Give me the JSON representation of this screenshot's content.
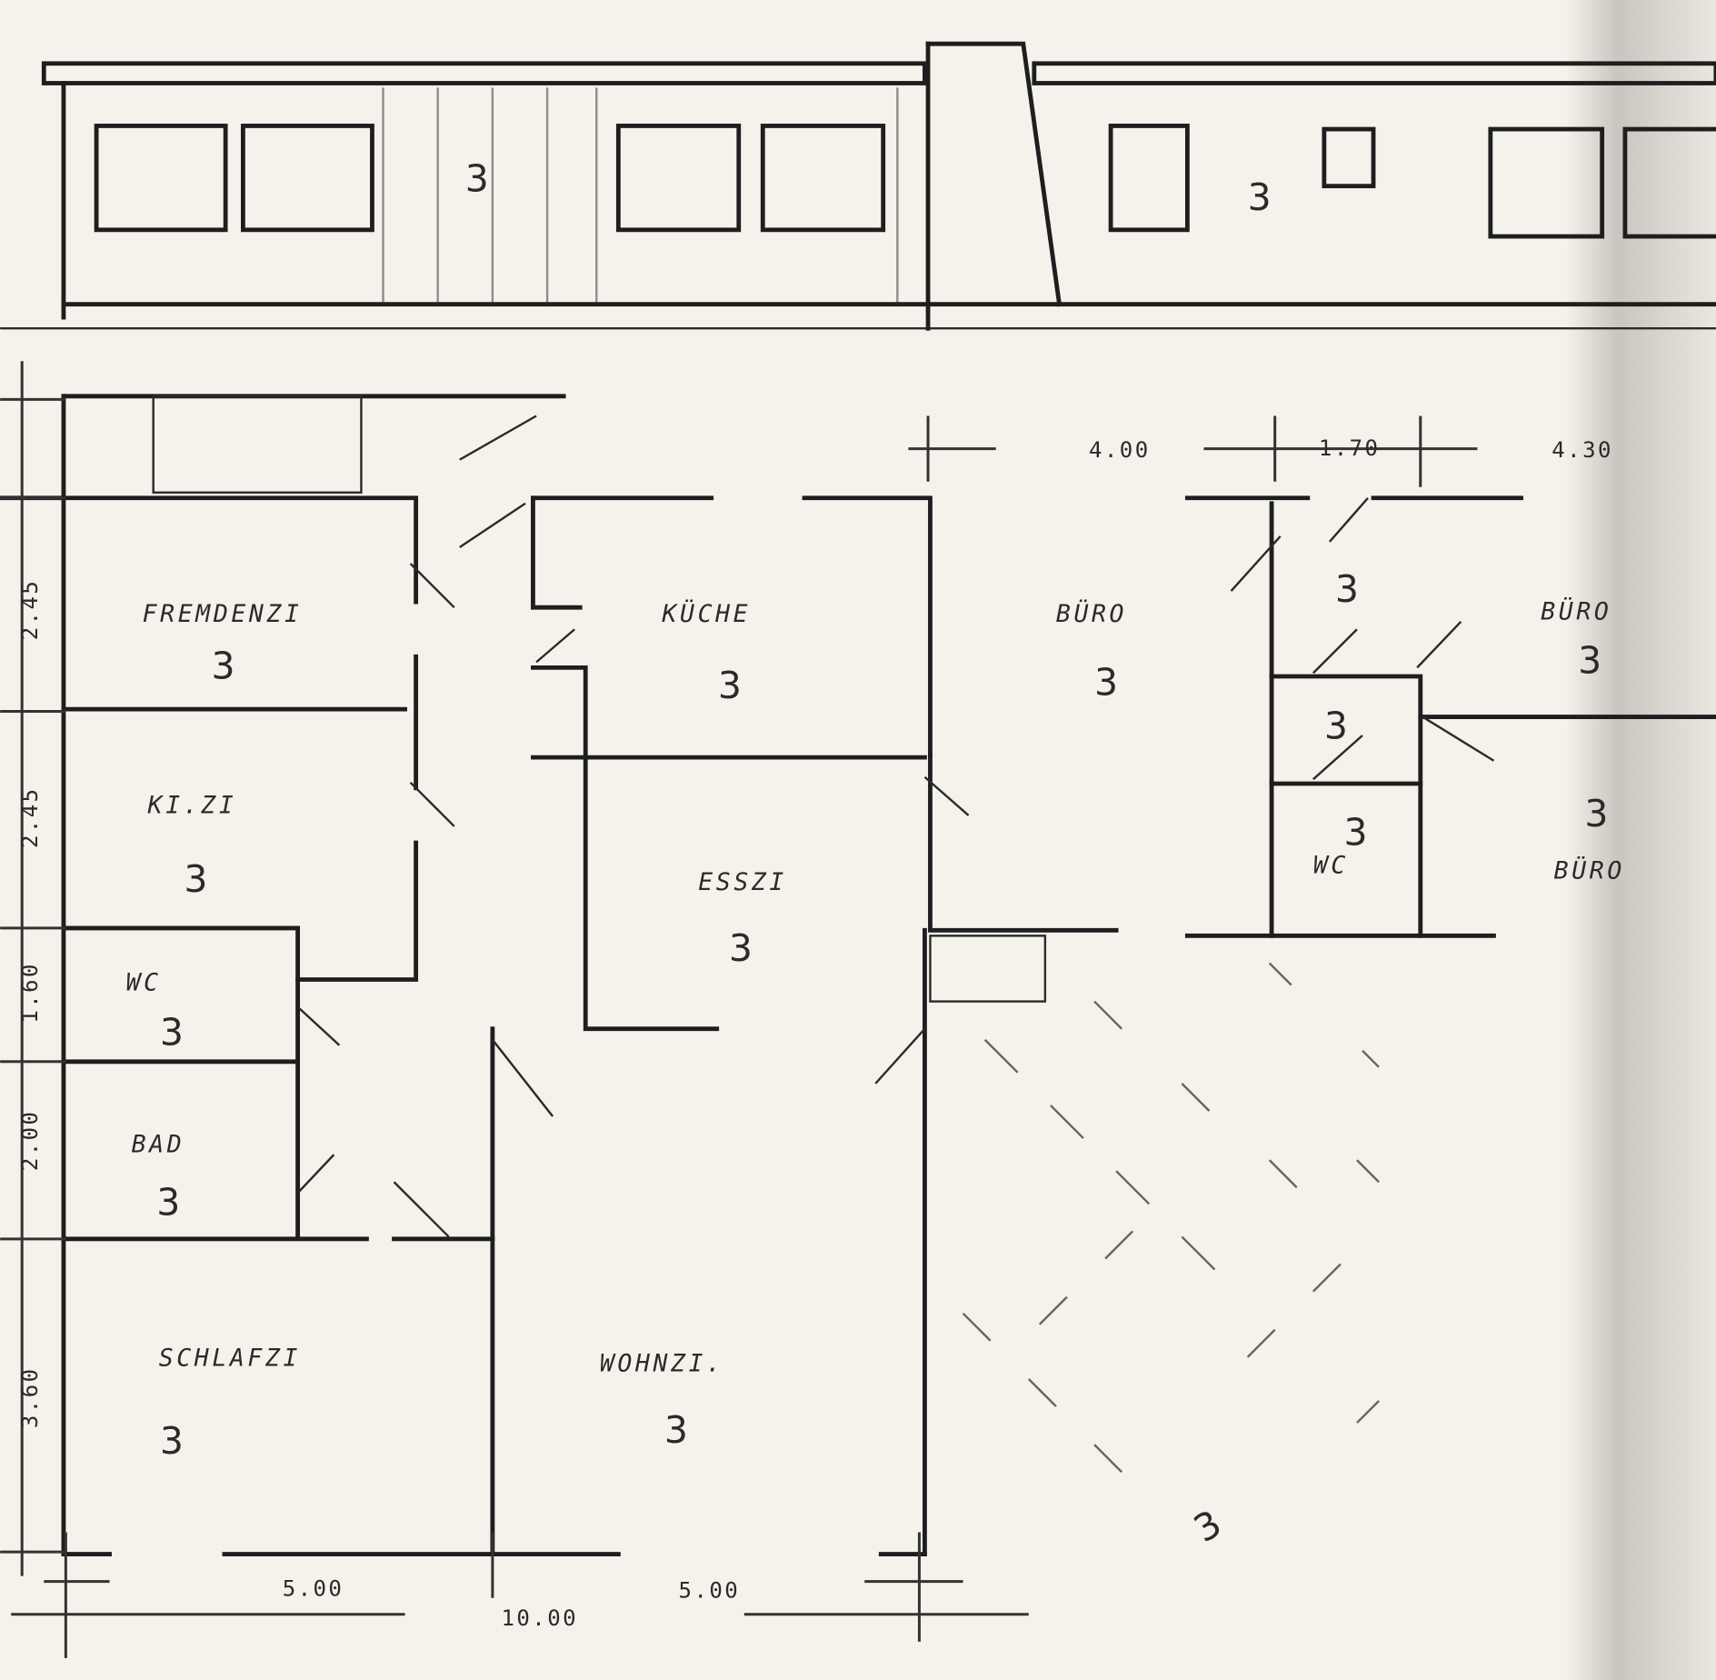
{
  "elevation": {
    "room_marks": [
      "3",
      "3"
    ]
  },
  "rooms": [
    {
      "label": "FREMDENZI",
      "mark": "3"
    },
    {
      "label": "KÜCHE",
      "mark": "3"
    },
    {
      "label": "BÜRO",
      "mark": "3"
    },
    {
      "label": "BÜRO",
      "mark": "3"
    },
    {
      "label": "KI.ZI",
      "mark": "3"
    },
    {
      "label": "ESSZI",
      "mark": "3"
    },
    {
      "label": "WC",
      "mark": "3"
    },
    {
      "label": "WC",
      "mark": "3"
    },
    {
      "label": "BÜRO",
      "mark": "3"
    },
    {
      "label": "BAD",
      "mark": "3"
    },
    {
      "label": "SCHLAFZI",
      "mark": "3"
    },
    {
      "label": "WOHNZI.",
      "mark": "3"
    }
  ],
  "extra_marks": [
    "3",
    "3",
    "3"
  ],
  "dimensions": {
    "top": [
      "4.00",
      "1.70",
      "4.30"
    ],
    "left": [
      "2.45",
      "2.45",
      "1.60",
      "2.00",
      "3.60"
    ],
    "bottom": [
      "5.00",
      "10.00",
      "5.00"
    ]
  },
  "colors": {
    "paper": "#f4f2ea",
    "ink": "#1e1e1e",
    "shadow": "#c8c6be"
  }
}
